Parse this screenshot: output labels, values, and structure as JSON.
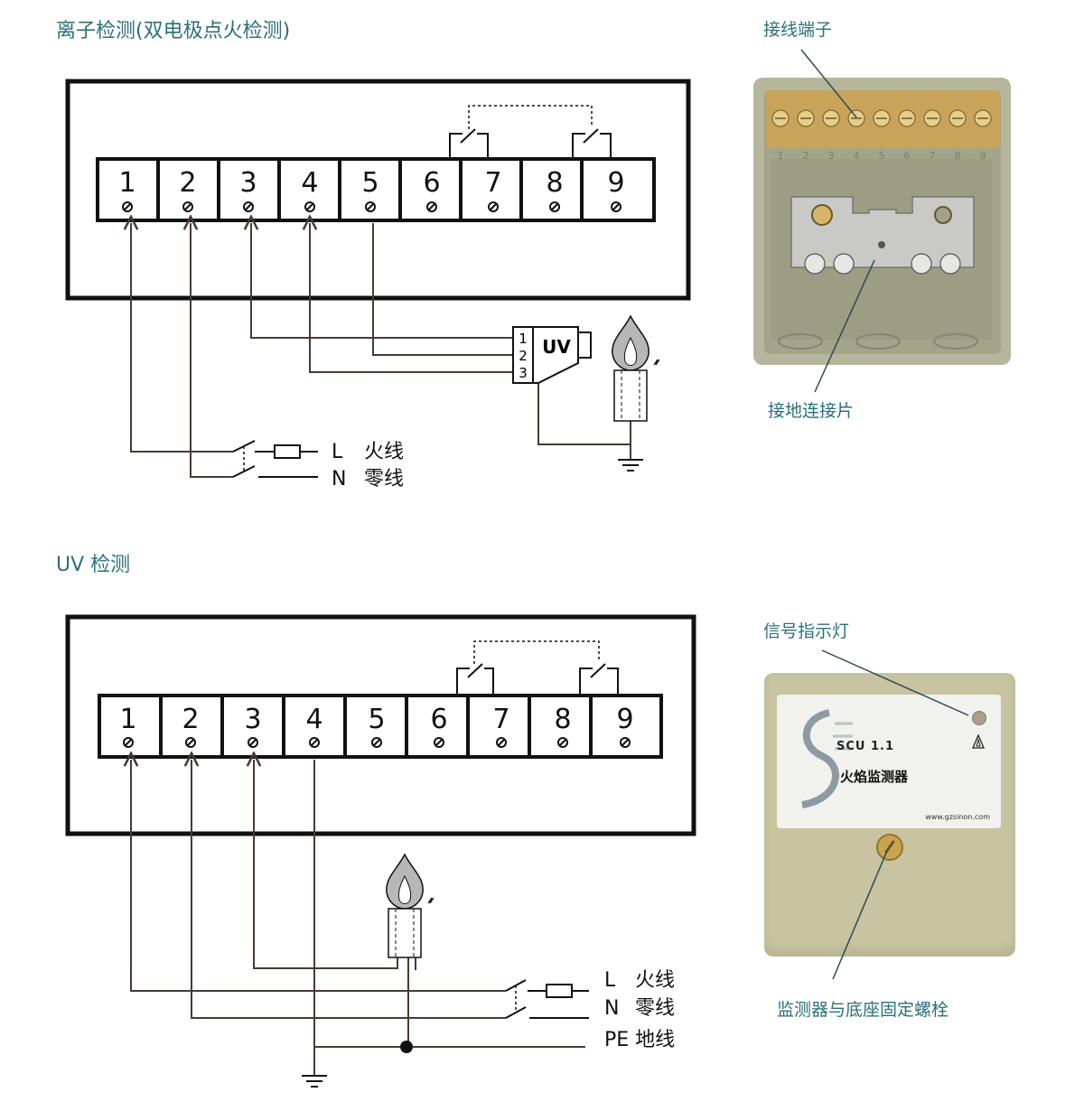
{
  "sections": [
    {
      "title": "离子检测(双电极点火检测)"
    },
    {
      "title": "UV 检测"
    }
  ],
  "terminals": [
    "1",
    "2",
    "3",
    "4",
    "5",
    "6",
    "7",
    "8",
    "9"
  ],
  "uv_sensor": {
    "pins": [
      "1",
      "2",
      "3"
    ],
    "label": "UV"
  },
  "wires": {
    "L_code": "L",
    "L_name": "火线",
    "N_code": "N",
    "N_name": "零线",
    "PE": "PE 地线"
  },
  "callouts": {
    "terminal_block": "接线端子",
    "ground_plate": "接地连接片",
    "signal_light": "信号指示灯",
    "fixing_screw": "监测器与底座固定螺栓"
  },
  "device_label": {
    "model": "SCU 1.1",
    "name": "火焰监测器",
    "url": "www.gzsinon.com",
    "base_numbers": [
      "1",
      "2",
      "3",
      "4",
      "5",
      "6",
      "7",
      "8",
      "9"
    ]
  },
  "colors": {
    "title": "#2b6f7a",
    "wire": "#4a3a35",
    "device_body": "#c9c59f",
    "base_body": "#b2b49a"
  }
}
